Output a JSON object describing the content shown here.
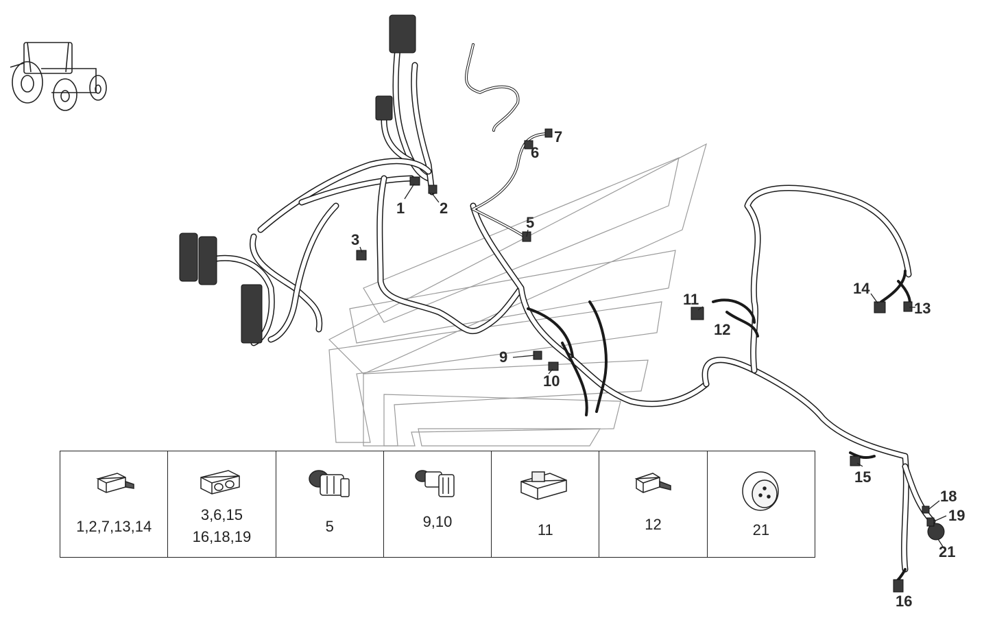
{
  "callouts": {
    "c1": "1",
    "c2": "2",
    "c3": "3",
    "c5": "5",
    "c6": "6",
    "c7": "7",
    "c9": "9",
    "c10": "10",
    "c11": "11",
    "c12": "12",
    "c13": "13",
    "c14": "14",
    "c15": "15",
    "c16": "16",
    "c18": "18",
    "c19": "19",
    "c21": "21"
  },
  "legend": [
    {
      "line1": "1,2,7,13,14",
      "line2": ""
    },
    {
      "line1": "3,6,15",
      "line2": "16,18,19"
    },
    {
      "line1": "5",
      "line2": ""
    },
    {
      "line1": "9,10",
      "line2": ""
    },
    {
      "line1": "11",
      "line2": ""
    },
    {
      "line1": "12",
      "line2": ""
    },
    {
      "line1": "21",
      "line2": ""
    }
  ],
  "icons": [
    "tractor-icon",
    "connector-2pin-icon",
    "connector-double-icon",
    "connector-round-icon",
    "connector-angled-icon",
    "connector-wide-icon",
    "connector-inline-icon",
    "cap-socket-icon"
  ]
}
